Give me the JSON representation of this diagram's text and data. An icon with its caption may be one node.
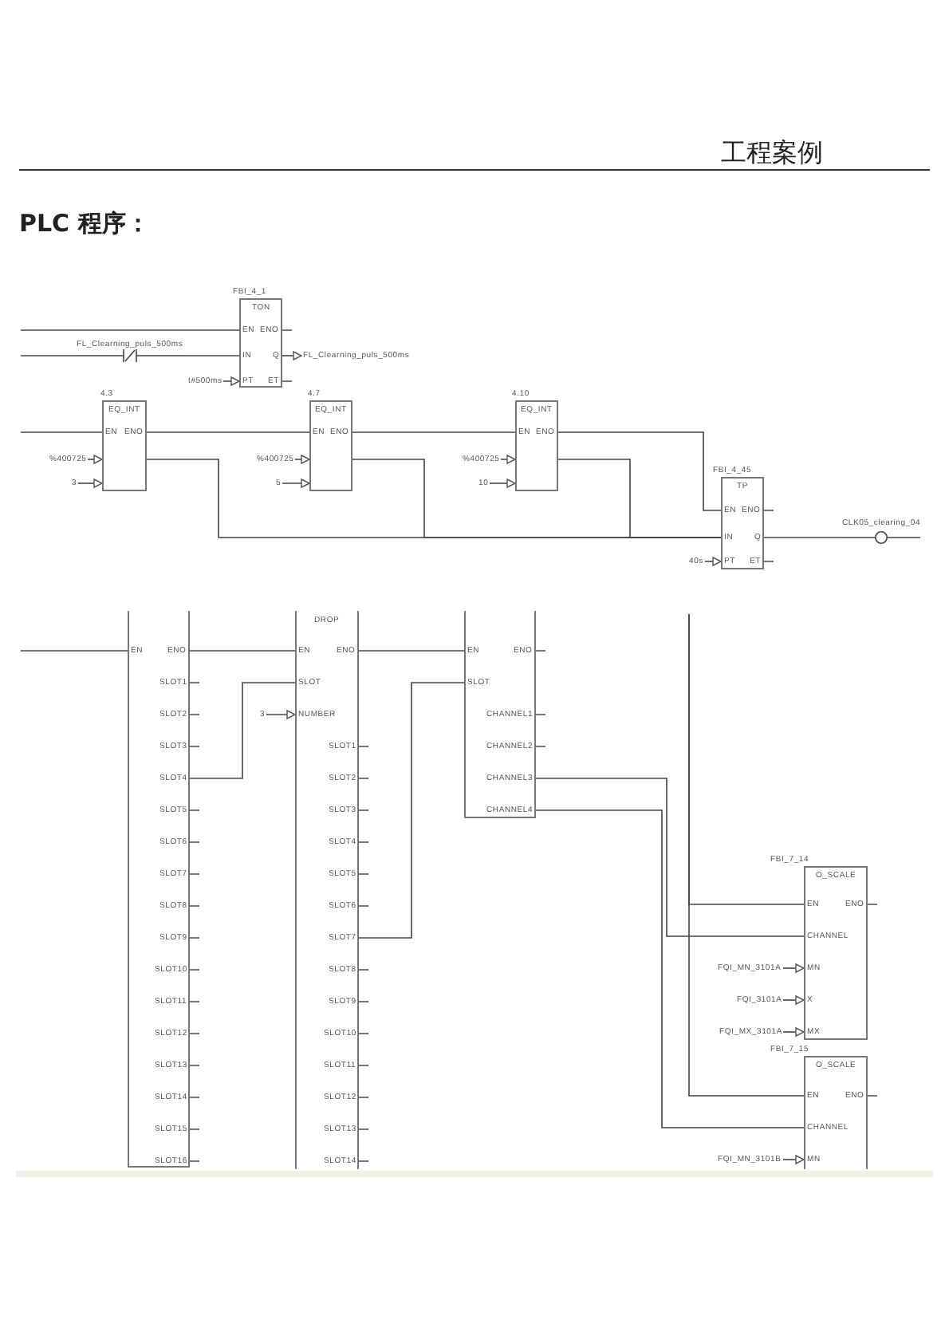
{
  "diagram": {
    "title": "PLC 程序：",
    "nodes": [
      {
        "text": [
          "FBI_4_1",
          "TON"
        ]
      },
      {
        "text": [
          "EN"
        ],
        "in": 0
      },
      {
        "text": [
          "IN"
        ],
        "in": 0
      },
      {
        "text": [
          "Q"
        ],
        "in": 0
      },
      {
        "text": [
          "PT"
        ],
        "in": 0
      },
      {
        "text": [
          "FL_Clearning_puls_500ms"
        ]
      },
      {
        "text": [
          "FL_Clearning_puls_500ms"
        ]
      },
      {
        "text": [
          "t#500ms"
        ]
      },
      {
        "text": [
          "4.3",
          "EQ_INT"
        ]
      },
      {
        "text": [
          "EN"
        ],
        "in": 8
      },
      {
        "text": [
          "ENO"
        ],
        "in": 8
      },
      {
        "text": [
          "%400725"
        ]
      },
      {
        "text": [
          "3"
        ]
      },
      {
        "text": [
          "4.7",
          "EQ_INT"
        ]
      },
      {
        "text": [
          "EN"
        ],
        "in": 13
      },
      {
        "text": [
          "ENO"
        ],
        "in": 13
      },
      {
        "text": [
          "%400725"
        ]
      },
      {
        "text": [
          "5"
        ]
      },
      {
        "text": [
          "4.10",
          "EQ_INT"
        ]
      },
      {
        "text": [
          "EN"
        ],
        "in": 18
      },
      {
        "text": [
          "ENO"
        ],
        "in": 18
      },
      {
        "text": [
          "%400725"
        ]
      },
      {
        "text": [
          "10"
        ]
      },
      {
        "text": [
          "FBI_4_45",
          "TP"
        ]
      },
      {
        "text": [
          "EN"
        ],
        "in": 23
      },
      {
        "text": [
          "IN"
        ],
        "in": 23
      },
      {
        "text": [
          "Q"
        ],
        "in": 23
      },
      {
        "text": [
          "PT"
        ],
        "in": 23
      },
      {
        "text": [
          "40s"
        ]
      },
      {
        "text": [
          "CLK05_clearing_04"
        ]
      },
      {
        "text": [],
        "shape": "box"
      },
      {
        "text": [
          "EN"
        ],
        "in": 30
      },
      {
        "text": [
          "ENO"
        ],
        "in": 30
      },
      {
        "text": [
          "SLOT4"
        ],
        "in": 30
      },
      {
        "text": [
          "DROP"
        ]
      },
      {
        "text": [
          "EN"
        ],
        "in": 34
      },
      {
        "text": [
          "ENO"
        ],
        "in": 34
      },
      {
        "text": [
          "SLOT"
        ],
        "in": 34
      },
      {
        "text": [
          "NUMBER"
        ],
        "in": 34
      },
      {
        "text": [
          "SLOT7"
        ],
        "in": 34
      },
      {
        "text": [
          "3"
        ]
      },
      {
        "text": [],
        "shape": "box"
      },
      {
        "text": [
          "EN"
        ],
        "in": 41
      },
      {
        "text": [
          "SLOT"
        ],
        "in": 41
      },
      {
        "text": [
          "CHANNEL3"
        ],
        "in": 41
      },
      {
        "text": [
          "CHANNEL4"
        ],
        "in": 41
      },
      {
        "text": [
          "FBI_7_14",
          "O_SCALE"
        ]
      },
      {
        "text": [
          "EN"
        ],
        "in": 46
      },
      {
        "text": [
          "CHANNEL"
        ],
        "in": 46
      },
      {
        "text": [
          "MN"
        ],
        "in": 46
      },
      {
        "text": [
          "X"
        ],
        "in": 46
      },
      {
        "text": [
          "MX"
        ],
        "in": 46
      },
      {
        "text": [
          "FQI_MN_3101A"
        ]
      },
      {
        "text": [
          "FQI_3101A"
        ]
      },
      {
        "text": [
          "FQI_MX_3101A"
        ]
      },
      {
        "text": [
          "FBI_7_15",
          "O_SCALE"
        ]
      },
      {
        "text": [
          "EN"
        ],
        "in": 55
      },
      {
        "text": [
          "CHANNEL"
        ],
        "in": 55
      },
      {
        "text": [
          "MN"
        ],
        "in": 55
      },
      {
        "text": [
          "FQI_MN_3101B"
        ]
      }
    ],
    "edges": [
      {
        "from": null,
        "to": 1,
        "arrow": "none"
      },
      {
        "from": null,
        "to": 5,
        "arrow": "none"
      },
      {
        "from": 5,
        "to": 2,
        "arrow": "none"
      },
      {
        "from": 7,
        "to": 4,
        "arrow": "to"
      },
      {
        "from": 3,
        "to": 6,
        "arrow": "to"
      },
      {
        "from": null,
        "to": 9,
        "arrow": "none"
      },
      {
        "from": 11,
        "to": 8,
        "arrow": "to"
      },
      {
        "from": 12,
        "to": 8,
        "arrow": "to"
      },
      {
        "from": 10,
        "to": 14,
        "arrow": "none"
      },
      {
        "from": 16,
        "to": 13,
        "arrow": "to"
      },
      {
        "from": 17,
        "to": 13,
        "arrow": "to"
      },
      {
        "from": 15,
        "to": 19,
        "arrow": "none"
      },
      {
        "from": 21,
        "to": 18,
        "arrow": "to"
      },
      {
        "from": 22,
        "to": 18,
        "arrow": "to"
      },
      {
        "from": 20,
        "to": 24,
        "arrow": "none"
      },
      {
        "from": 8,
        "to": 25,
        "arrow": "none"
      },
      {
        "from": 13,
        "to": 25,
        "arrow": "none"
      },
      {
        "from": 18,
        "to": 25,
        "arrow": "none"
      },
      {
        "from": 28,
        "to": 27,
        "arrow": "to"
      },
      {
        "from": 26,
        "to": 29,
        "arrow": "none"
      },
      {
        "from": null,
        "to": 31,
        "arrow": "none"
      },
      {
        "from": 32,
        "to": 35,
        "arrow": "none"
      },
      {
        "from": 33,
        "to": 37,
        "arrow": "none"
      },
      {
        "from": 40,
        "to": 38,
        "arrow": "to"
      },
      {
        "from": 36,
        "to": 42,
        "arrow": "none"
      },
      {
        "from": 39,
        "to": 43,
        "arrow": "none"
      },
      {
        "from": 44,
        "to": 48,
        "arrow": "none"
      },
      {
        "from": 45,
        "to": 57,
        "arrow": "none"
      },
      {
        "from": null,
        "to": 47,
        "arrow": "none"
      },
      {
        "from": null,
        "to": 56,
        "arrow": "none"
      },
      {
        "from": 52,
        "to": 49,
        "arrow": "to"
      },
      {
        "from": 53,
        "to": 50,
        "arrow": "to"
      },
      {
        "from": 54,
        "to": 51,
        "arrow": "to"
      },
      {
        "from": 59,
        "to": 58,
        "arrow": "to"
      }
    ],
    "labels": [
      "工程案例",
      "ENO",
      "ET",
      "ENO",
      "ET",
      "SLOT1",
      "SLOT2",
      "SLOT3",
      "SLOT5",
      "SLOT6",
      "SLOT7",
      "SLOT8",
      "SLOT9",
      "SLOT10",
      "SLOT11",
      "SLOT12",
      "SLOT13",
      "SLOT14",
      "SLOT15",
      "SLOT16",
      "SLOT1",
      "SLOT2",
      "SLOT3",
      "SLOT4",
      "SLOT5",
      "SLOT6",
      "SLOT8",
      "SLOT9",
      "SLOT10",
      "SLOT11",
      "SLOT12",
      "SLOT13",
      "SLOT14",
      "ENO",
      "CHANNEL1",
      "CHANNEL2",
      "ENO",
      "ENO"
    ]
  }
}
